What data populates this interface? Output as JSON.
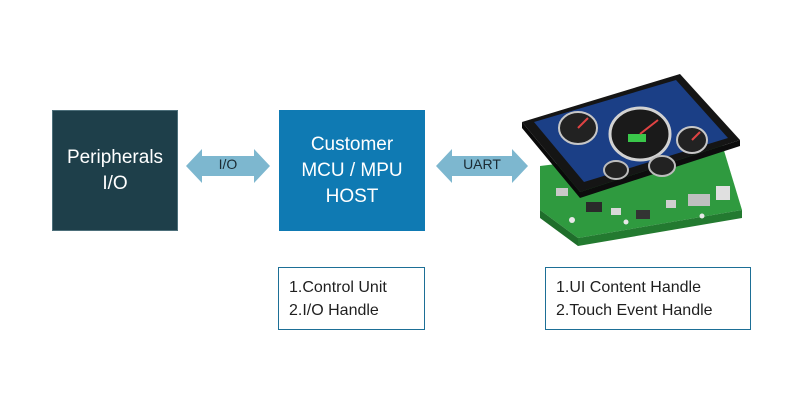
{
  "peripherals_box": {
    "lines": [
      "Peripherals",
      "I/O"
    ]
  },
  "io_arrow": {
    "label": "I/O"
  },
  "host_box": {
    "lines": [
      "Customer",
      "MCU / MPU",
      "HOST"
    ]
  },
  "uart_arrow": {
    "label": "UART"
  },
  "host_notes": [
    "1.Control Unit",
    "2.I/O Handle"
  ],
  "display_notes": [
    "1.UI Content Handle",
    "2.Touch Event Handle"
  ],
  "display_image": {
    "icon": "smart-display-board-icon"
  },
  "colors": {
    "peripherals_fill": "#1e3f4a",
    "host_fill": "#0f7ab3",
    "arrow_fill": "#7db7cf",
    "note_border": "#1d6f96"
  }
}
